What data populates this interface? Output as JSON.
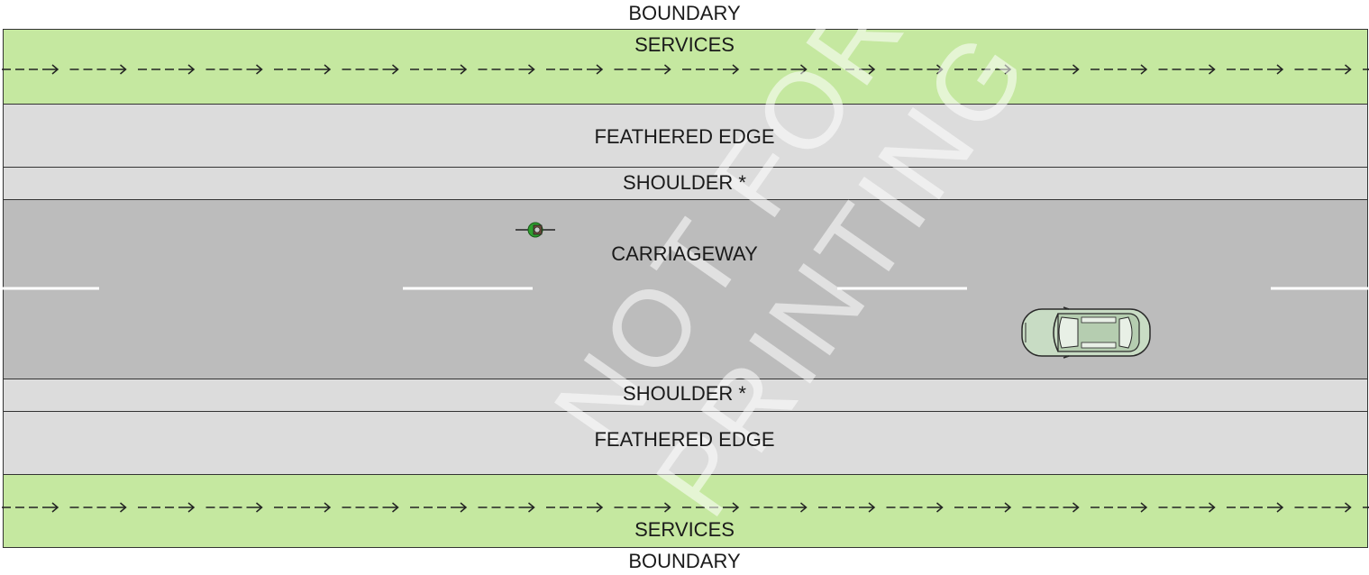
{
  "labels": {
    "boundary_top": "BOUNDARY",
    "services_top": "SERVICES",
    "feathered_edge_top": "FEATHERED EDGE",
    "shoulder_top": "SHOULDER *",
    "carriageway": "CARRIAGEWAY",
    "shoulder_bottom": "SHOULDER *",
    "feathered_edge_bottom": "FEATHERED EDGE",
    "services_bottom": "SERVICES",
    "boundary_bottom": "BOUNDARY"
  },
  "watermark": "NOT FOR PRINTING",
  "icons": {
    "cyclist": "cyclist-icon",
    "car": "car-icon"
  },
  "colors": {
    "services": "#c5e8a0",
    "feathered_edge": "#dcdcdc",
    "shoulder": "#dcdcdc",
    "carriageway": "#bcbcbc",
    "lane_marking": "#ffffff",
    "car_body": "#c8dcc4"
  }
}
